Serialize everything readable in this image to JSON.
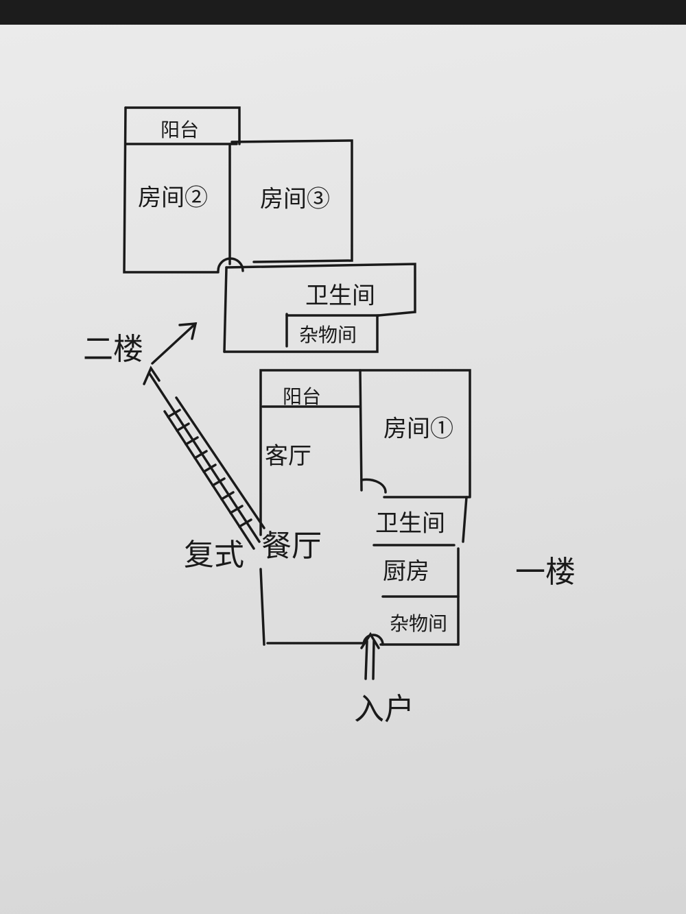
{
  "second_floor": {
    "label": "二楼",
    "balcony": "阳台",
    "room2": "房间②",
    "room3": "房间③",
    "bathroom": "卫生间",
    "storage": "杂物间"
  },
  "first_floor": {
    "label": "一楼",
    "balcony": "阳台",
    "living_room": "客厅",
    "dining_room": "餐厅",
    "room1": "房间①",
    "bathroom": "卫生间",
    "kitchen": "厨房",
    "storage": "杂物间"
  },
  "duplex_label": "复式",
  "entrance_label": "入户",
  "ink_color": "#1a1a1a"
}
